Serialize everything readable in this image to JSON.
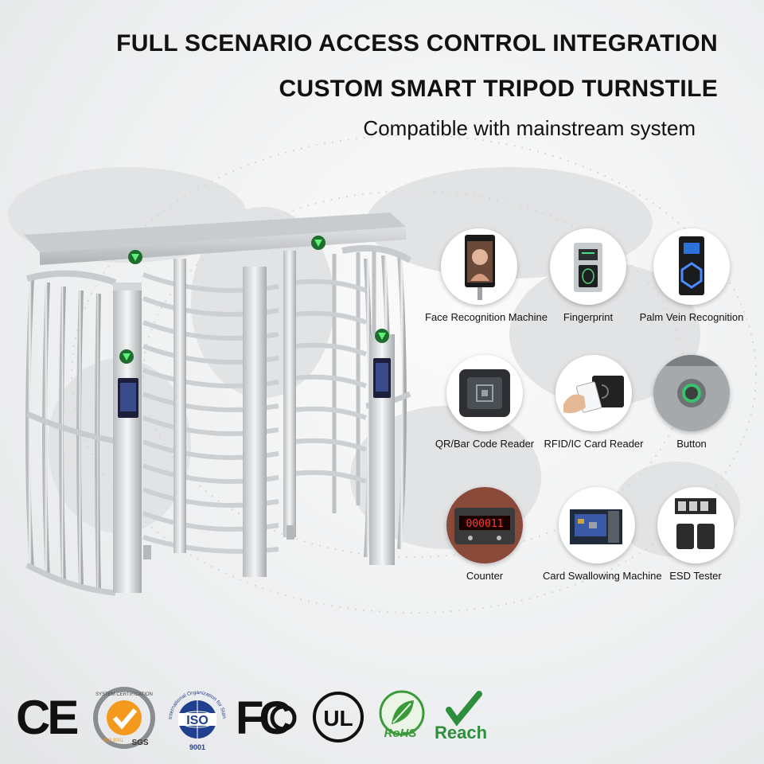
{
  "header": {
    "title_line1": "FULL SCENARIO ACCESS CONTROL INTEGRATION",
    "title_line2": "CUSTOM SMART TRIPOD TURNSTILE",
    "subtitle": "Compatible with mainstream system"
  },
  "devices": [
    {
      "label": "Face Recognition Machine",
      "icon": "face-recognition-icon"
    },
    {
      "label": "Fingerprint",
      "icon": "fingerprint-icon"
    },
    {
      "label": "Palm Vein Recognition",
      "icon": "palm-vein-icon"
    },
    {
      "label": "QR/Bar Code Reader",
      "icon": "qr-reader-icon"
    },
    {
      "label": "RFID/IC Card Reader",
      "icon": "rfid-reader-icon"
    },
    {
      "label": "Button",
      "icon": "button-icon"
    },
    {
      "label": "Counter",
      "icon": "counter-icon"
    },
    {
      "label": "Card Swallowing Machine",
      "icon": "card-swallowing-icon"
    },
    {
      "label": "ESD Tester",
      "icon": "esd-tester-icon"
    }
  ],
  "certifications": {
    "ce": "CE",
    "sgs_top": "SYSTEM CERTIFICATION",
    "sgs_bottom": "SGS",
    "sgs_side": "ISO 9001",
    "iso_arc": "International Organization for Standardization",
    "iso_main": "ISO",
    "iso_num": "9001",
    "fc": "FC",
    "ul": "UL",
    "rohs": "RoHS",
    "reach": "Reach"
  },
  "counter_display": "000011",
  "colors": {
    "arrow_green": "#2fb34a",
    "rohs_green": "#3a9a3a",
    "reach_green": "#2d8f3c",
    "iso_blue": "#1f3f8f",
    "sgs_orange": "#f39a1e"
  }
}
